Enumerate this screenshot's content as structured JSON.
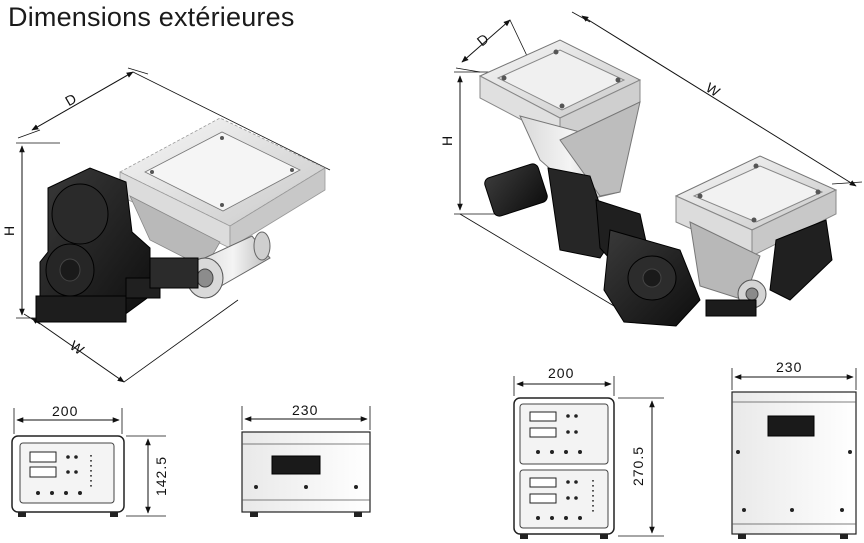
{
  "title": "Dimensions extérieures",
  "single_unit": {
    "label_d": "D",
    "label_h": "H",
    "label_w": "W"
  },
  "double_unit": {
    "label_d": "D",
    "label_h": "H",
    "label_w": "W"
  },
  "controller_small": {
    "front_width": "200",
    "front_height": "142.5",
    "side_depth": "230"
  },
  "controller_large": {
    "front_width": "200",
    "front_height": "270.5",
    "side_depth": "230"
  },
  "colors": {
    "line": "#111111",
    "dark_body": "#1c1c1c",
    "metal_light": "#e6e6e6",
    "metal_mid": "#bdbdbd"
  }
}
